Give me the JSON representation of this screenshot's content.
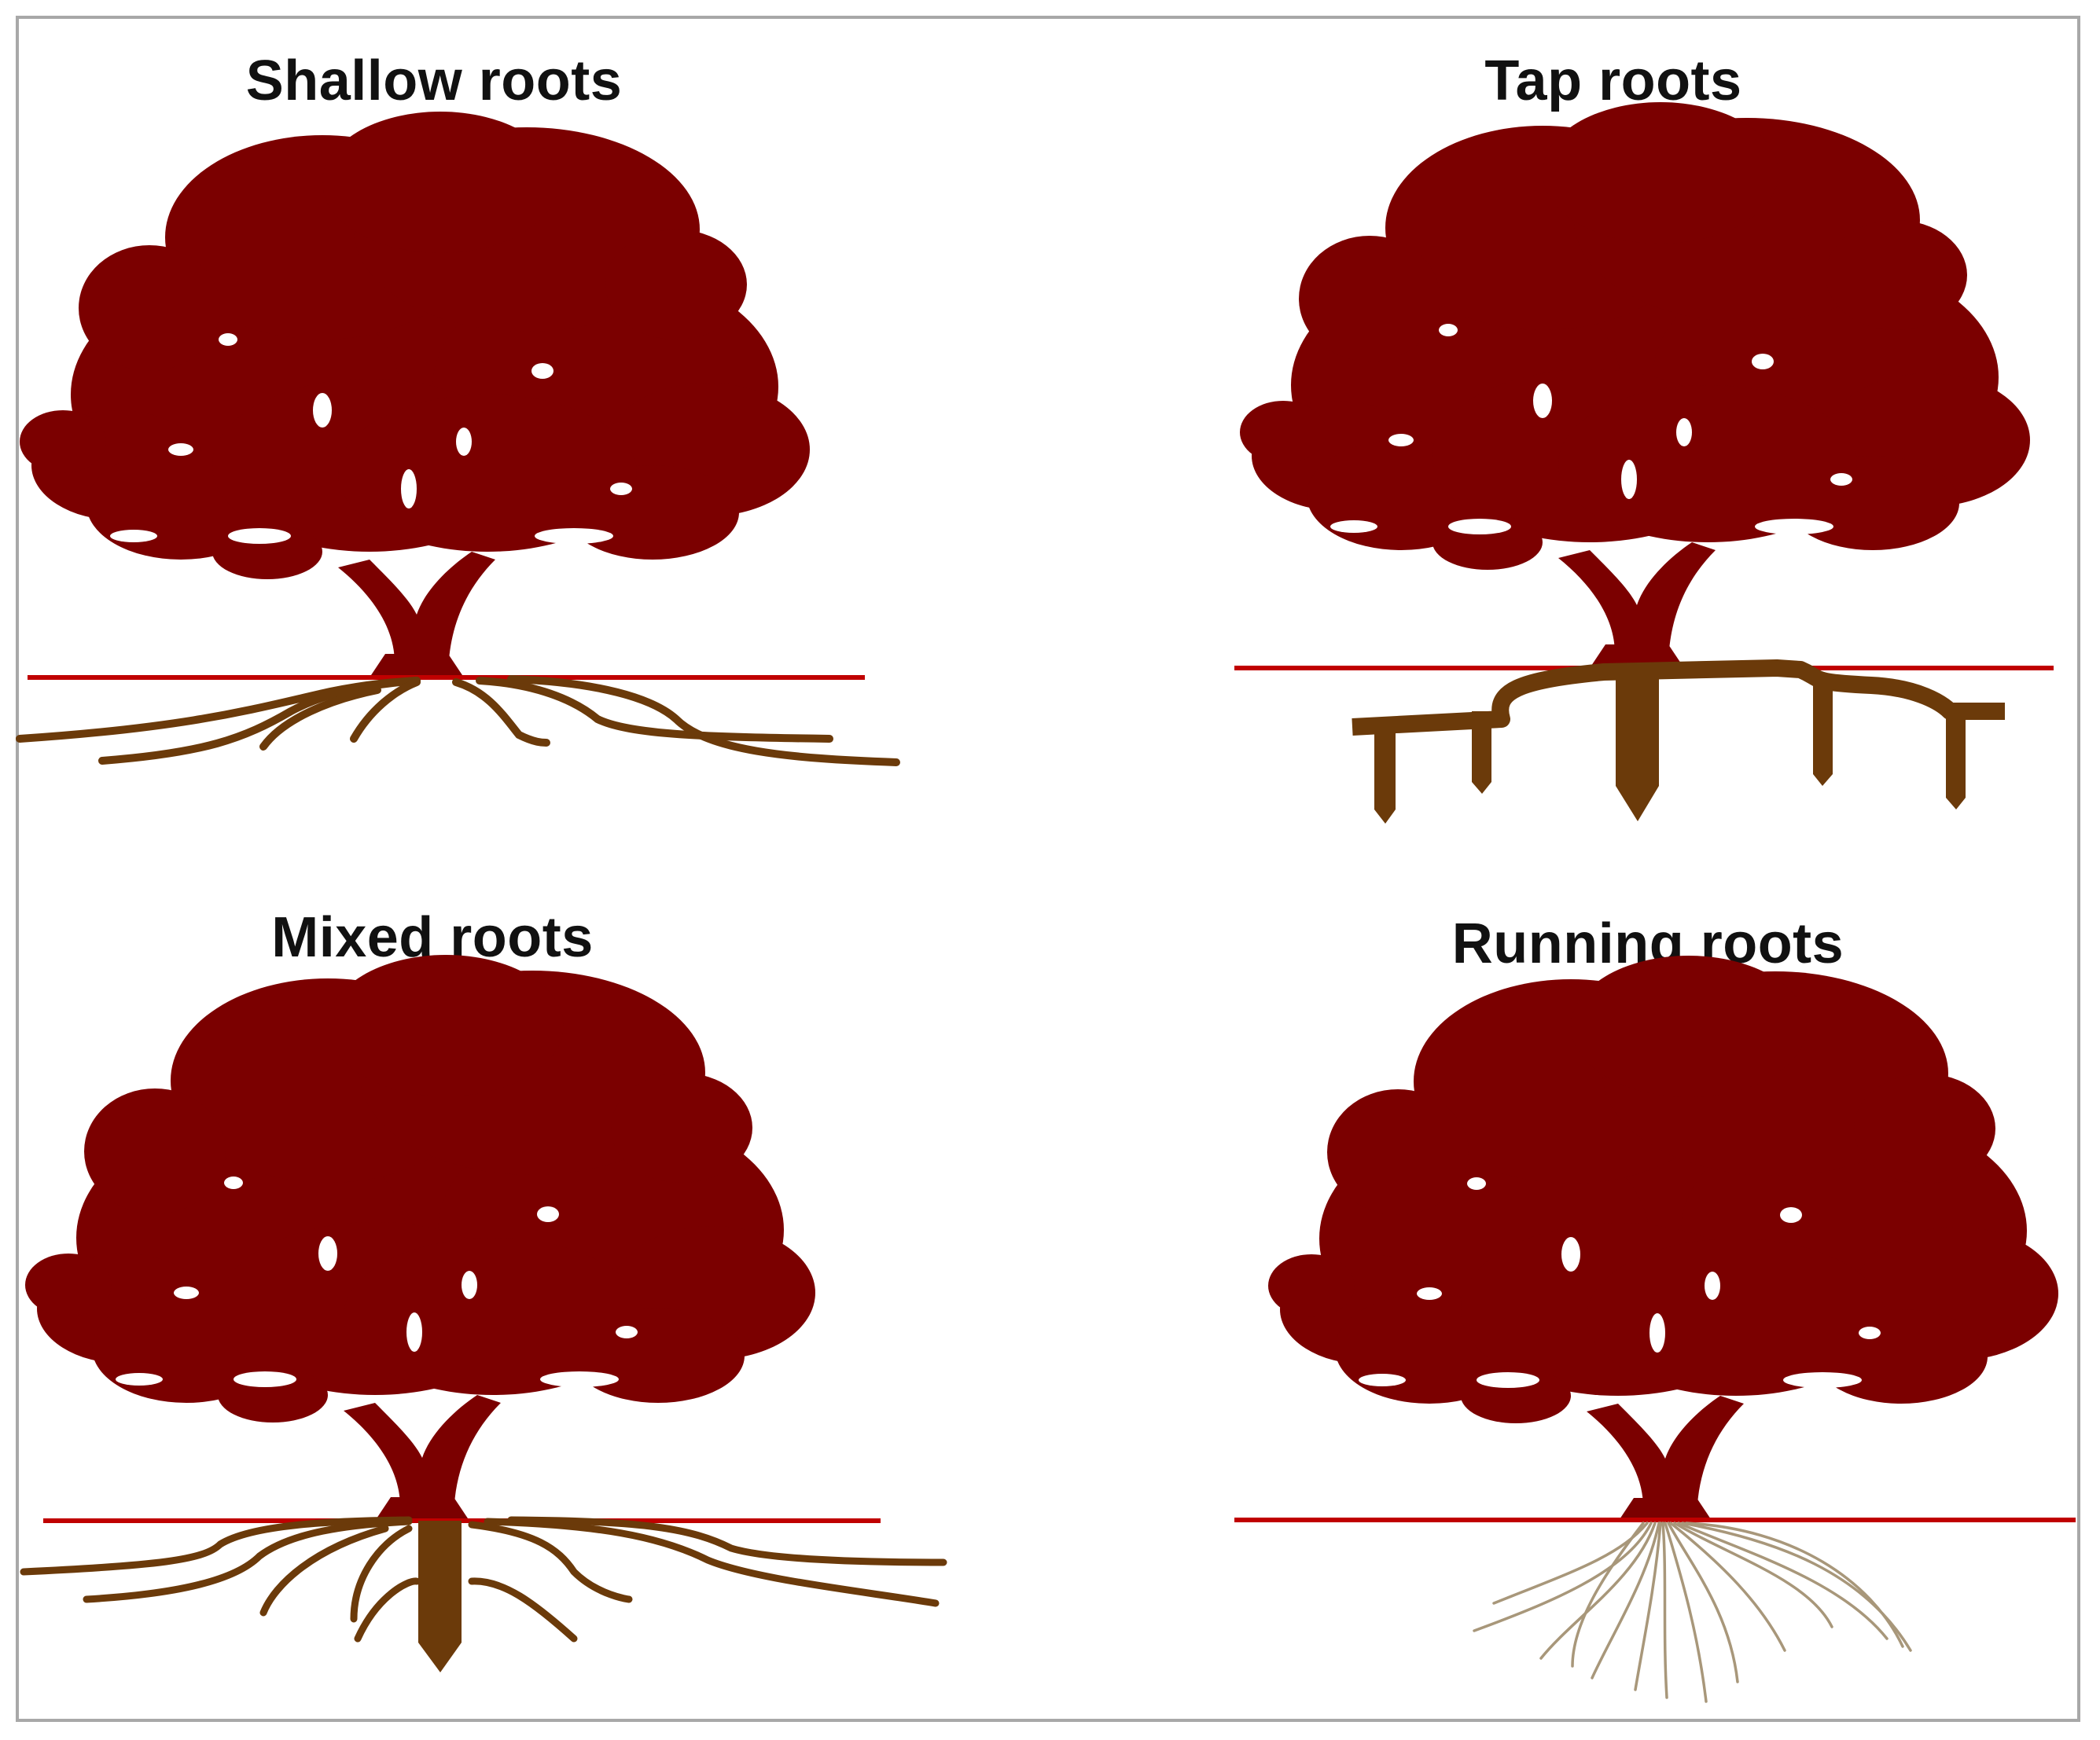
{
  "panels": [
    {
      "id": "shallow",
      "title": "Shallow roots"
    },
    {
      "id": "tap",
      "title": "Tap roots"
    },
    {
      "id": "mixed",
      "title": "Mixed roots"
    },
    {
      "id": "running",
      "title": "Running roots"
    }
  ],
  "colors": {
    "tree": "#7b0000",
    "ground_line": "#c00000",
    "root": "#6b3a0a",
    "fine_root": "#a8977a",
    "border": "#a8a8a8"
  }
}
